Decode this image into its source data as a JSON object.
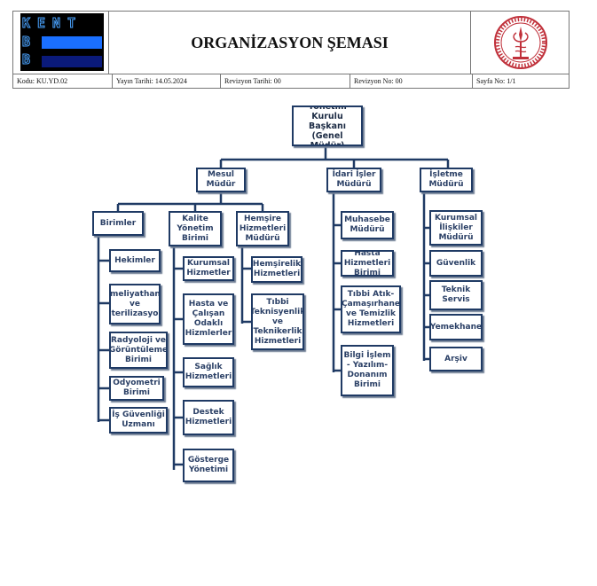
{
  "header": {
    "logo_text": "KENT",
    "logo_b1": "B",
    "logo_b2": "B",
    "title": "ORGANİZASYON ŞEMASI",
    "code": "Kodu: KU.YD.02",
    "publish_date": "Yayın Tarihi: 14.05.2024",
    "revision_date": "Revizyon Tarihi: 00",
    "revision_no": "Revizyon No: 00",
    "page": "Sayfa No: 1/1"
  },
  "org": {
    "root": "Yönetim Kurulu Başkanı (Genel Müdür)",
    "level1": [
      "Mesul Müdür",
      "İdari İşler Müdürü",
      "İşletme Müdürü"
    ],
    "mesul_children": [
      "Birimler",
      "Kalite Yönetim Birimi",
      "Hemşire Hizmetleri Müdürü"
    ],
    "birimler": [
      "Hekimler",
      "Ameliyathane ve Sterilizasyon",
      "Radyoloji ve Görüntüleme Birimi",
      "Odyometri Birimi",
      "İş Güvenliği Uzmanı"
    ],
    "kalite": [
      "Kurumsal Hizmetler",
      "Hasta ve Çalışan Odaklı Hizmlerler",
      "Sağlık Hizmetleri",
      "Destek Hizmetleri",
      "Gösterge Yönetimi"
    ],
    "hemsire": [
      "Hemşirelik Hizmetleri",
      "Tıbbi Teknisyenlik ve Teknikerlik Hizmetleri"
    ],
    "idari": [
      "Muhasebe Müdürü",
      "Hasta Hizmetleri Birimi",
      "Tıbbi Atık-Çamaşırhane ve Temizlik Hizmetleri",
      "Bilgi İşlem - Yazılım-Donanım Birimi"
    ],
    "isletme": [
      "Kurumsal İlişkiler Müdürü",
      "Güvenlik",
      "Teknik Servis",
      "Yemekhane",
      "Arşiv"
    ]
  },
  "colors": {
    "box_border": "#1f3a64",
    "box_text": "#2b4066",
    "logo_blue": "#1a6fff"
  }
}
